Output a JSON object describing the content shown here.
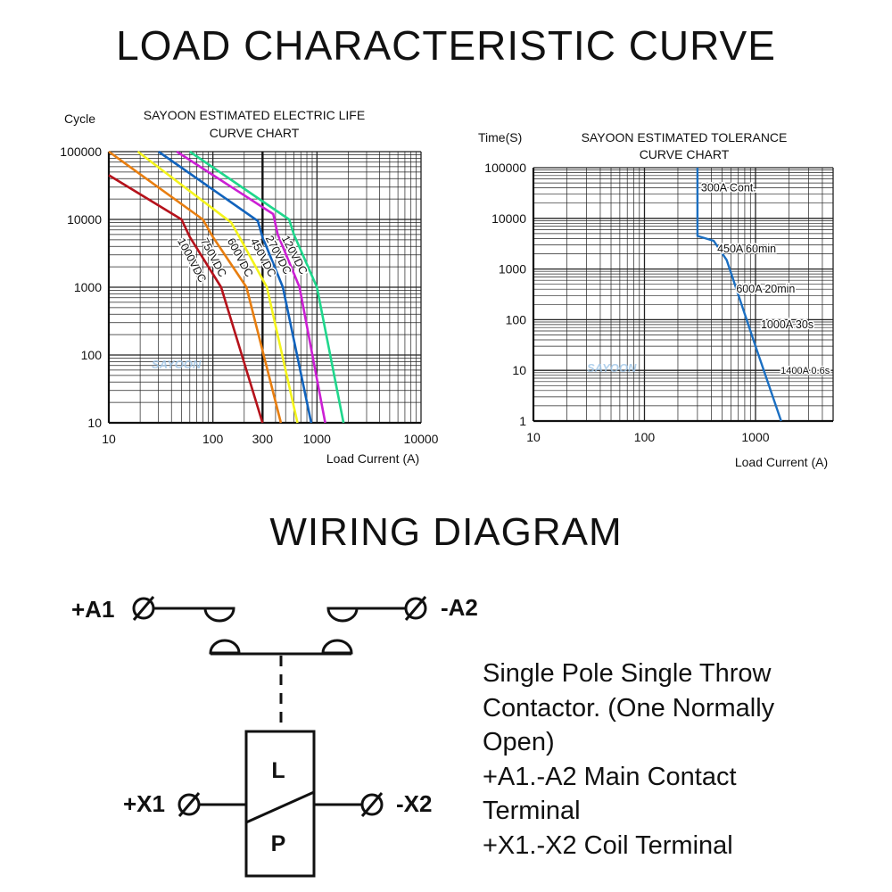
{
  "title": "LOAD CHARACTERISTIC CURVE",
  "colors": {
    "brown": "#b5121b",
    "orange": "#e87e10",
    "yellow": "#f4f41c",
    "blue": "#1163bd",
    "magenta": "#cc1fd4",
    "green": "#1fd78c",
    "navy": "#1b6fc2",
    "grid": "#222222",
    "watermark": "#9fc6e8"
  },
  "watermark": "SAYOON",
  "chart_data": [
    {
      "type": "line",
      "title": "SAYOON ESTIMATED ELECTRIC LIFE CURVE CHART",
      "title_lines": [
        "SAYOON ESTIMATED ELECTRIC LIFE",
        "CURVE CHART"
      ],
      "ylabel": "Cycle",
      "xlabel": "Load Current (A)",
      "x_scale": "log",
      "y_scale": "log",
      "xlim": [
        10,
        10000
      ],
      "ylim": [
        10,
        100000
      ],
      "x_ticks": [
        "10",
        "100",
        "300",
        "1000",
        "10000"
      ],
      "y_ticks": [
        "100000",
        "10000",
        "1000",
        "100",
        "10"
      ],
      "vertical_marker": 300,
      "series": [
        {
          "name": "1000VDC",
          "color": "#b5121b",
          "points": [
            [
              10,
              45000
            ],
            [
              50,
              10000
            ],
            [
              60,
              5500
            ],
            [
              120,
              1000
            ],
            [
              300,
              10
            ]
          ]
        },
        {
          "name": "750VDC",
          "color": "#e87e10",
          "points": [
            [
              10,
              100000
            ],
            [
              80,
              10000
            ],
            [
              100,
              5500
            ],
            [
              210,
              1000
            ],
            [
              450,
              10
            ]
          ]
        },
        {
          "name": "600VDC",
          "color": "#f4f41c",
          "points": [
            [
              19,
              100000
            ],
            [
              150,
              9000
            ],
            [
              180,
              5500
            ],
            [
              330,
              1000
            ],
            [
              650,
              10
            ]
          ]
        },
        {
          "name": "450VDC",
          "color": "#1163bd",
          "points": [
            [
              30,
              100000
            ],
            [
              270,
              9500
            ],
            [
              300,
              5500
            ],
            [
              470,
              1000
            ],
            [
              880,
              10
            ]
          ]
        },
        {
          "name": "270VDC",
          "color": "#cc1fd4",
          "points": [
            [
              45,
              100000
            ],
            [
              380,
              12000
            ],
            [
              420,
              6000
            ],
            [
              680,
              1000
            ],
            [
              1200,
              10
            ]
          ]
        },
        {
          "name": "120VDC",
          "color": "#1fd78c",
          "points": [
            [
              60,
              100000
            ],
            [
              540,
              10000
            ],
            [
              600,
              6000
            ],
            [
              1000,
              1000
            ],
            [
              1800,
              10
            ]
          ]
        }
      ]
    },
    {
      "type": "line",
      "title": "SAYOON ESTIMATED TOLERANCE CURVE CHART",
      "title_lines": [
        "SAYOON ESTIMATED TOLERANCE",
        "CURVE CHART"
      ],
      "ylabel": "Time(S)",
      "xlabel": "Load Current (A)",
      "x_scale": "log",
      "y_scale": "log",
      "xlim": [
        10,
        5000
      ],
      "ylim": [
        1,
        100000
      ],
      "x_ticks": [
        "10",
        "100",
        "1000"
      ],
      "y_ticks": [
        "100000",
        "10000",
        "1000",
        "100",
        "10",
        "1"
      ],
      "points": [
        [
          300,
          100000
        ],
        [
          300,
          4500
        ],
        [
          420,
          3600
        ],
        [
          550,
          1500
        ],
        [
          1000,
          30
        ],
        [
          1700,
          1
        ]
      ],
      "annotations": [
        "300A Cont.",
        "450A 60min",
        "600A 20min",
        "1000A 30s",
        "1400A 0.6s"
      ]
    }
  ],
  "wiring": {
    "title": "WIRING DIAGRAM",
    "labels": {
      "a1": "+A1",
      "a2": "-A2",
      "x1": "+X1",
      "x2": "-X2",
      "coil_top": "L",
      "coil_bottom": "P"
    },
    "description": [
      "Single Pole Single Throw",
      "Contactor. (One Normally",
      "Open)",
      "+A1.-A2  Main Contact",
      "Terminal",
      "+X1.-X2 Coil Terminal"
    ]
  }
}
